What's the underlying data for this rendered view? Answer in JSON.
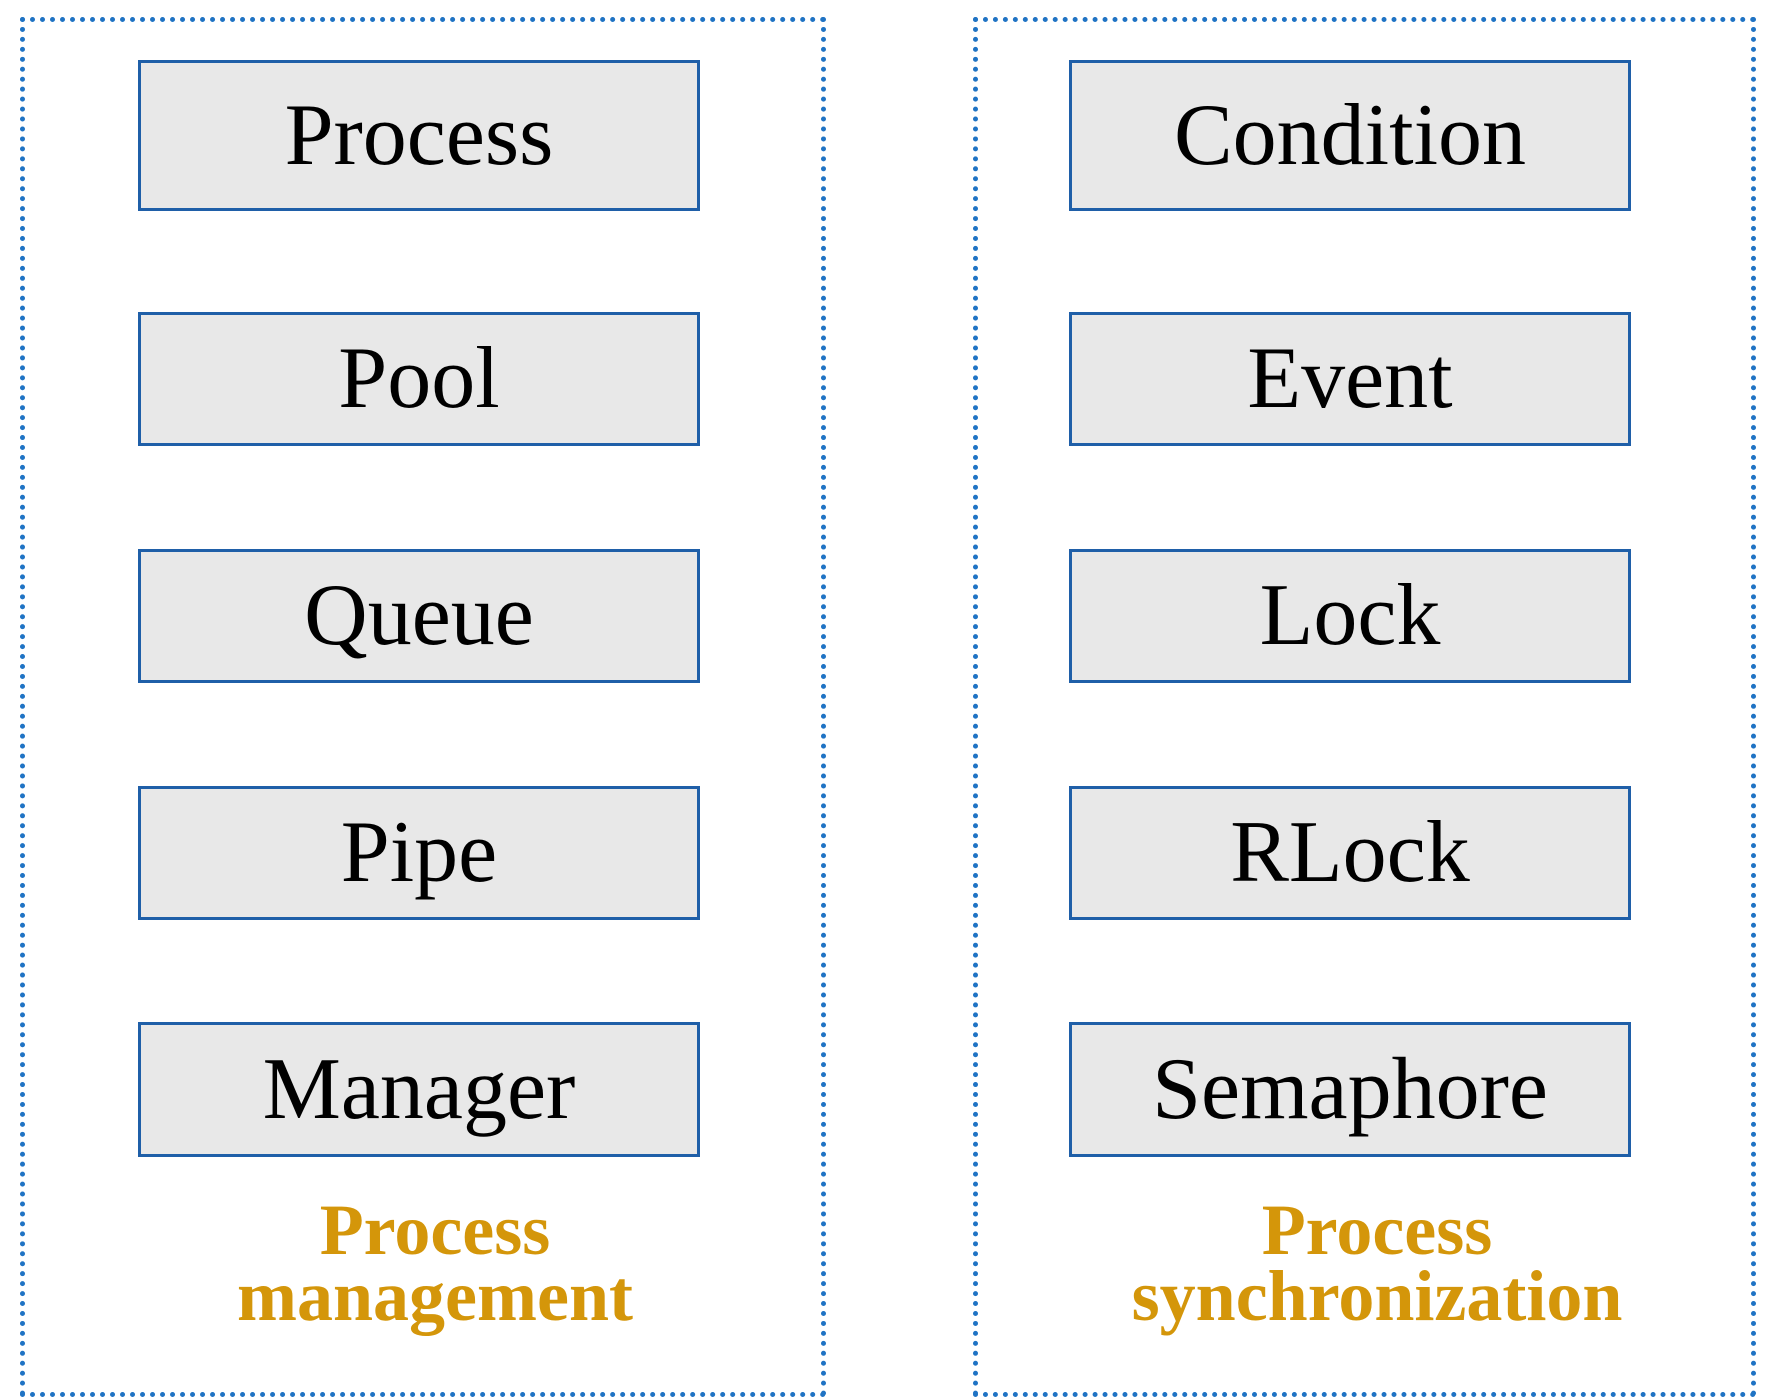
{
  "colors": {
    "dotted_border": "#1f73c4",
    "box_border": "#1f5fa8",
    "box_fill": "#e8e8e8",
    "group_label": "#d4960a"
  },
  "groups": [
    {
      "label_line1": "Process",
      "label_line2": "management",
      "items": [
        "Process",
        "Pool",
        "Queue",
        "Pipe",
        "Manager"
      ]
    },
    {
      "label_line1": "Process",
      "label_line2": "synchronization",
      "items": [
        "Condition",
        "Event",
        "Lock",
        "RLock",
        "Semaphore"
      ]
    }
  ]
}
